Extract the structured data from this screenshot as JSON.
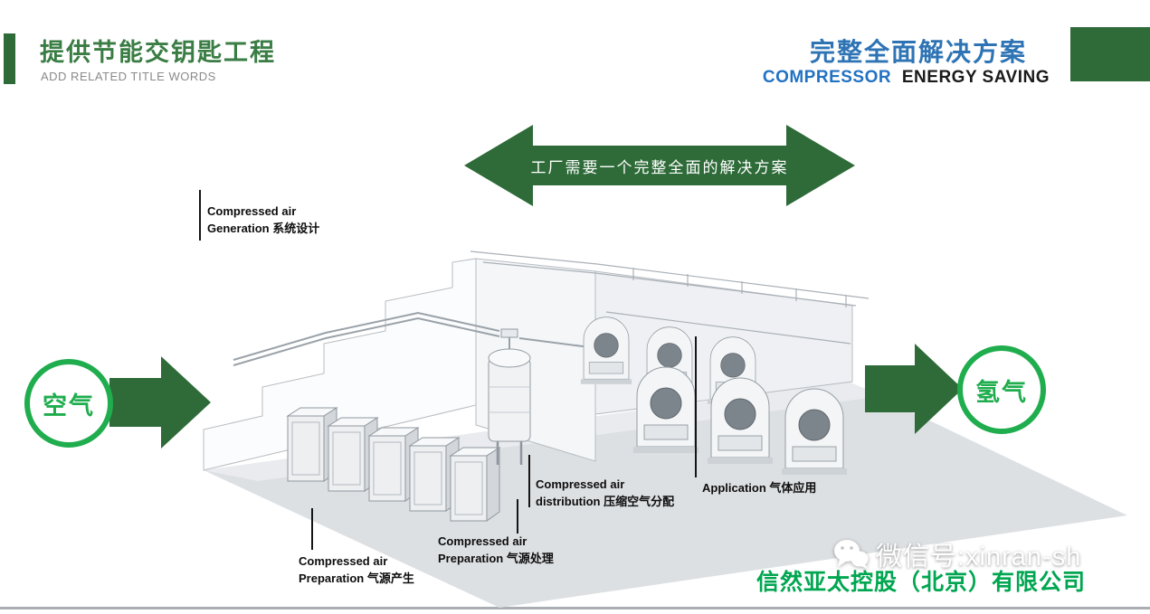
{
  "slide": {
    "header_left": {
      "title": "提供节能交钥匙工程",
      "subtitle": "ADD RELATED TITLE WORDS"
    },
    "header_right": {
      "title": "完整全面解决方案",
      "en_blue": "COMPRESSOR",
      "en_dark": "ENERGY SAVING"
    },
    "banner": {
      "text": "工厂需要一个完整全面的解决方案"
    },
    "flow": {
      "input": "空气",
      "output": "氢气"
    },
    "callouts": {
      "generation": [
        "Compressed air",
        "Generation 系统设计"
      ],
      "distribution": [
        "Compressed air",
        "distribution 压缩空气分配"
      ],
      "application": [
        "Application 气体应用"
      ],
      "prep_treatment": [
        "Compressed air",
        "Preparation 气源处理"
      ],
      "prep_generation": [
        "Compressed air",
        "Preparation 气源产生"
      ]
    },
    "footer": {
      "company": "信然亚太控股（北京）有限公司",
      "watermark": "微信号:xinran-sh",
      "watermark_icon": "wechat-icon"
    },
    "colors": {
      "dark_green": "#2e6b38",
      "circle_green": "#1fad4e",
      "company_green": "#00a650",
      "title_green": "#3a7d44",
      "title_blue": "#2e74b5",
      "en_blue": "#2272c3"
    }
  }
}
